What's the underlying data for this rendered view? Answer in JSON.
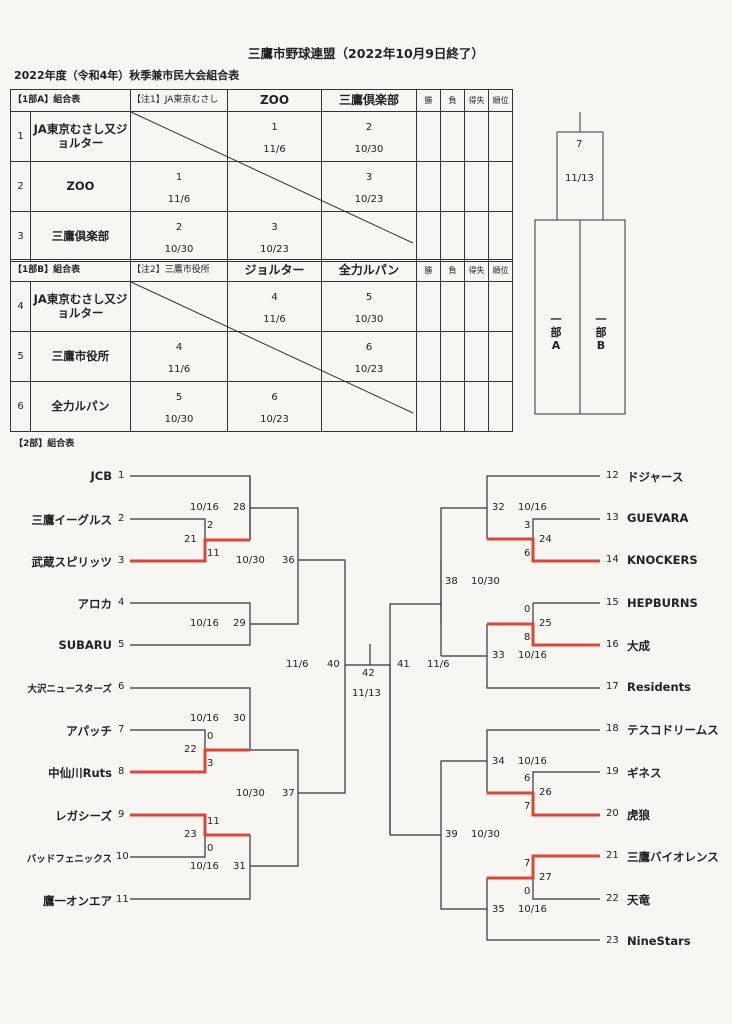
{
  "title": "三鷹市野球連盟（2022年10月9日終了）",
  "subtitle": "2022年度（令和4年）秋季兼市民大会組合表",
  "group_a": {
    "label": "【1部A】組合表",
    "note": "【注1】JA東京むさし",
    "columns": [
      "ZOO",
      "三鷹倶楽部"
    ],
    "stat_headers": [
      "勝",
      "負",
      "得失",
      "順位"
    ],
    "rows": [
      {
        "num": "1",
        "team": "JA東京むさし又ジョルター",
        "cells": [
          null,
          {
            "game": "1",
            "date": "11/6"
          },
          {
            "game": "2",
            "date": "10/30"
          }
        ]
      },
      {
        "num": "2",
        "team": "ZOO",
        "cells": [
          {
            "game": "1",
            "date": "11/6"
          },
          null,
          {
            "game": "3",
            "date": "10/23"
          }
        ]
      },
      {
        "num": "3",
        "team": "三鷹倶楽部",
        "cells": [
          {
            "game": "2",
            "date": "10/30"
          },
          {
            "game": "3",
            "date": "10/23"
          },
          null
        ]
      }
    ]
  },
  "group_b": {
    "label": "【1部B】組合表",
    "note": "【注2】三鷹市役所",
    "columns": [
      "ジョルター",
      "全力ルパン"
    ],
    "stat_headers": [
      "勝",
      "負",
      "得失",
      "順位"
    ],
    "rows": [
      {
        "num": "4",
        "team": "JA東京むさし又ジョルター",
        "cells": [
          null,
          {
            "game": "4",
            "date": "11/6"
          },
          {
            "game": "5",
            "date": "10/30"
          }
        ]
      },
      {
        "num": "5",
        "team": "三鷹市役所",
        "cells": [
          {
            "game": "4",
            "date": "11/6"
          },
          null,
          {
            "game": "6",
            "date": "10/23"
          }
        ]
      },
      {
        "num": "6",
        "team": "全力ルパン",
        "cells": [
          {
            "game": "5",
            "date": "10/30"
          },
          {
            "game": "6",
            "date": "10/23"
          },
          null
        ]
      }
    ]
  },
  "div1_final": {
    "game": "7",
    "date": "11/13",
    "left_label": "一部A",
    "right_label": "一部B"
  },
  "div2": {
    "label": "【2部】組合表",
    "left_teams": [
      {
        "num": "1",
        "name": "JCB"
      },
      {
        "num": "2",
        "name": "三鷹イーグルス"
      },
      {
        "num": "3",
        "name": "武蔵スピリッツ"
      },
      {
        "num": "4",
        "name": "アロカ"
      },
      {
        "num": "5",
        "name": "SUBARU"
      },
      {
        "num": "6",
        "name": "大沢ニュースターズ"
      },
      {
        "num": "7",
        "name": "アパッチ"
      },
      {
        "num": "8",
        "name": "中仙川Ruts"
      },
      {
        "num": "9",
        "name": "レガシーズ"
      },
      {
        "num": "10",
        "name": "バッドフェニックス"
      },
      {
        "num": "11",
        "name": "鷹一オンエア"
      }
    ],
    "right_teams": [
      {
        "num": "12",
        "name": "ドジャース"
      },
      {
        "num": "13",
        "name": "GUEVARA"
      },
      {
        "num": "14",
        "name": "KNOCKERS"
      },
      {
        "num": "15",
        "name": "HEPBURNS"
      },
      {
        "num": "16",
        "name": "大成"
      },
      {
        "num": "17",
        "name": "Residents"
      },
      {
        "num": "18",
        "name": "テスコドリームス"
      },
      {
        "num": "19",
        "name": "ギネス"
      },
      {
        "num": "20",
        "name": "虎狼"
      },
      {
        "num": "21",
        "name": "三鷹バイオレンス"
      },
      {
        "num": "22",
        "name": "天竜"
      },
      {
        "num": "23",
        "name": "NineStars"
      }
    ],
    "games": {
      "g21": {
        "num": "21",
        "date": "10/16",
        "score_top": "2",
        "score_bottom": "11"
      },
      "g28": {
        "num": "28"
      },
      "g29": {
        "num": "29",
        "date": "10/16"
      },
      "g36": {
        "num": "36",
        "date": "10/30"
      },
      "g22": {
        "num": "22",
        "date": "10/16",
        "score_top": "0",
        "score_bottom": "3"
      },
      "g30": {
        "num": "30"
      },
      "g23": {
        "num": "23",
        "date": "10/16",
        "score_top": "11",
        "score_bottom": "0"
      },
      "g31": {
        "num": "31"
      },
      "g37": {
        "num": "37",
        "date": "10/30"
      },
      "g40": {
        "num": "40",
        "date": "11/6"
      },
      "g42": {
        "num": "42",
        "date": "11/13"
      },
      "g41": {
        "num": "41",
        "date": "11/6"
      },
      "g32": {
        "num": "32",
        "date": "10/16"
      },
      "g24": {
        "num": "24",
        "score_top": "3",
        "score_bottom": "6"
      },
      "g38": {
        "num": "38",
        "date": "10/30"
      },
      "g25": {
        "num": "25",
        "score_top": "0",
        "score_bottom": "8"
      },
      "g33": {
        "num": "33",
        "date": "10/16"
      },
      "g34": {
        "num": "34",
        "date": "10/16"
      },
      "g26": {
        "num": "26",
        "score_top": "6",
        "score_bottom": "7"
      },
      "g39": {
        "num": "39",
        "date": "10/30"
      },
      "g27": {
        "num": "27",
        "score_top": "7",
        "score_bottom": "0"
      },
      "g35": {
        "num": "35",
        "date": "10/16"
      }
    }
  },
  "colors": {
    "winner_line": "#d4493a",
    "line": "#333333",
    "paper": "#f7f6f2"
  }
}
